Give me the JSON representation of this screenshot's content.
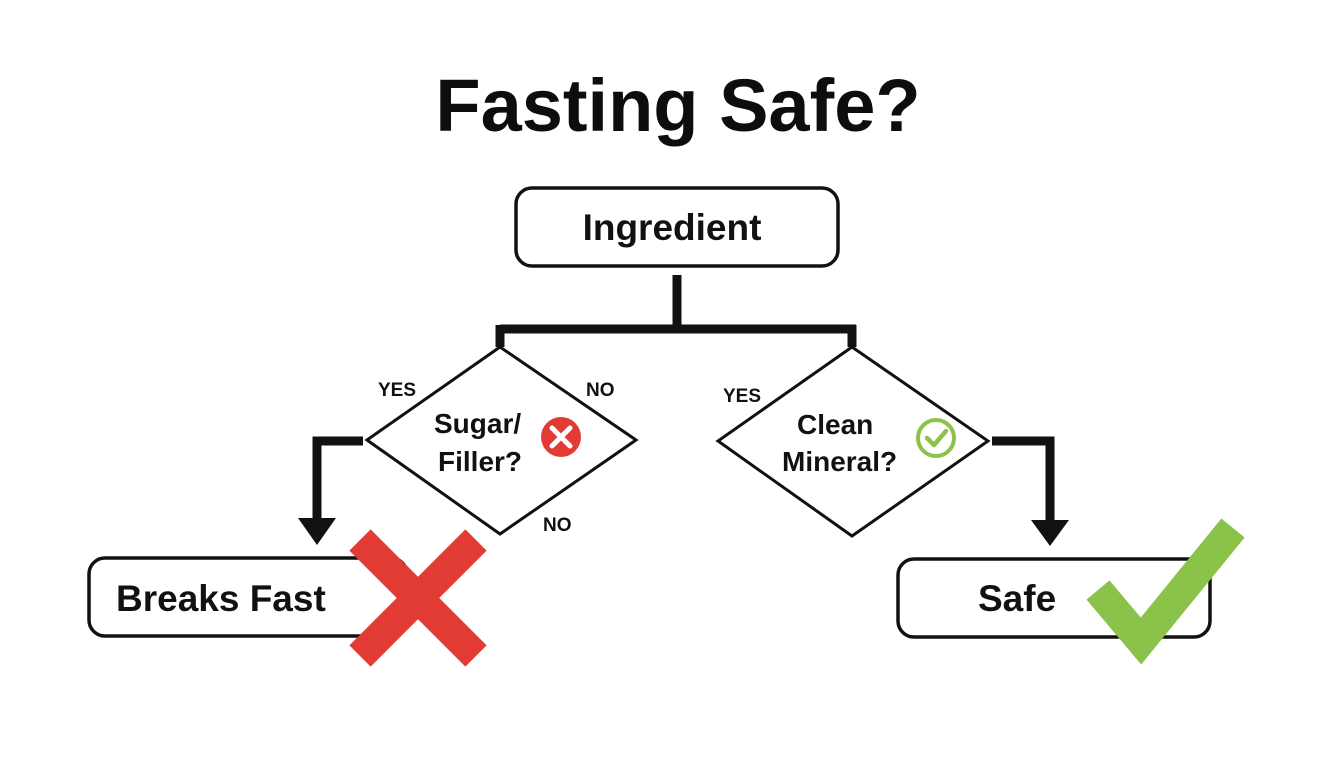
{
  "title": "Fasting Safe?",
  "colors": {
    "ink": "#111111",
    "red": "#e23b34",
    "green": "#8bc34a",
    "background": "#ffffff"
  },
  "nodes": {
    "start": {
      "label": "Ingredient"
    },
    "decision_sugar": {
      "line1": "Sugar/",
      "line2": "Filler?",
      "icon": "x-circle-icon"
    },
    "decision_mineral": {
      "line1": "Clean",
      "line2": "Mineral?",
      "icon": "check-circle-icon"
    },
    "outcome_breaks": {
      "label": "Breaks Fast",
      "icon": "red-x-icon"
    },
    "outcome_safe": {
      "label": "Safe",
      "icon": "green-check-icon"
    }
  },
  "edge_labels": {
    "sugar_yes": "YES",
    "sugar_no_top": "NO",
    "sugar_no_bottom": "NO",
    "mineral_yes": "YES"
  }
}
